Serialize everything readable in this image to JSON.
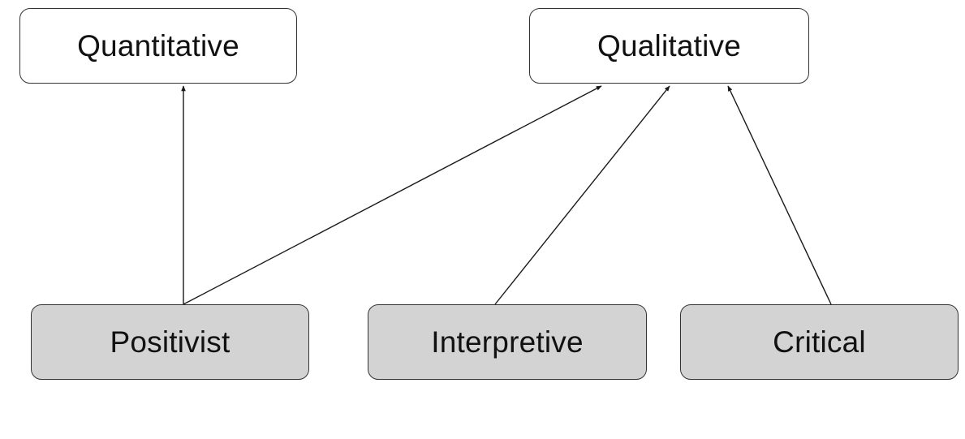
{
  "diagram": {
    "methods": {
      "quantitative": "Quantitative",
      "qualitative": "Qualitative"
    },
    "paradigms": {
      "positivist": "Positivist",
      "interpretive": "Interpretive",
      "critical": "Critical"
    },
    "edges": [
      {
        "from": "Positivist",
        "to": "Quantitative"
      },
      {
        "from": "Positivist",
        "to": "Qualitative"
      },
      {
        "from": "Interpretive",
        "to": "Qualitative"
      },
      {
        "from": "Critical",
        "to": "Qualitative"
      }
    ],
    "colors": {
      "method_fill": "#ffffff",
      "paradigm_fill": "#d3d3d3",
      "stroke": "#333333"
    }
  }
}
